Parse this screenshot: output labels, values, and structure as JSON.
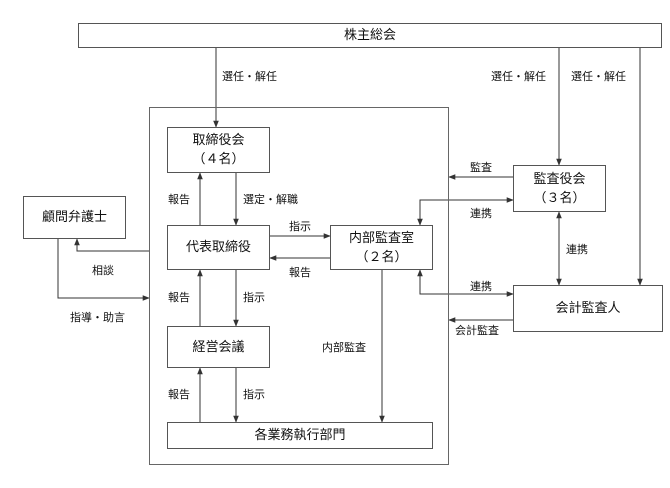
{
  "colors": {
    "line": "#333333",
    "border": "#555555",
    "background": "#ffffff"
  },
  "nodes": {
    "shareholders": {
      "label": "株主総会"
    },
    "board": {
      "label": "取締役会",
      "sub": "（４名）"
    },
    "audit_board": {
      "label": "監査役会",
      "sub": "（３名）"
    },
    "lawyer": {
      "label": "顧問弁護士"
    },
    "ceo": {
      "label": "代表取締役"
    },
    "internal_audit": {
      "label": "内部監査室",
      "sub": "（２名）"
    },
    "accounting_auditor": {
      "label": "会計監査人"
    },
    "management": {
      "label": "経営会議"
    },
    "departments": {
      "label": "各業務執行部門"
    }
  },
  "labels": {
    "elect_board": "選任・解任",
    "elect_audit": "選任・解任",
    "elect_accounting": "選任・解任",
    "report_board": "報告",
    "select_dismiss": "選定・解職",
    "instruct_audit": "指示",
    "report_to_ceo": "報告",
    "audit": "監査",
    "cooperation_1": "連携",
    "cooperation_2": "連携",
    "cooperation_3": "連携",
    "consult": "相談",
    "guidance": "指導・助言",
    "report_mgmt": "報告",
    "instruct_mgmt": "指示",
    "internal_audit_arrow": "内部監査",
    "report_dept": "報告",
    "instruct_dept": "指示",
    "accounting_audit": "会計監査"
  }
}
